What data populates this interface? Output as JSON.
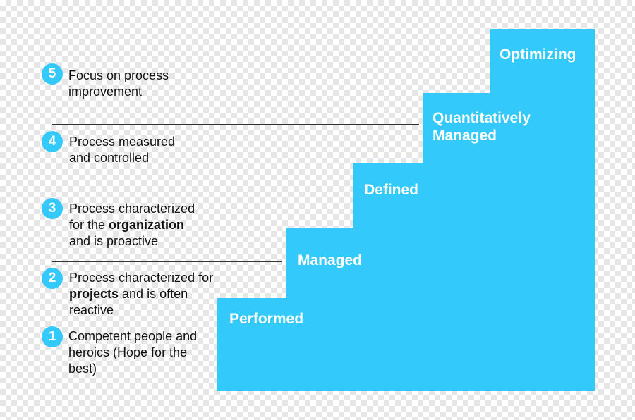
{
  "colors": {
    "step_fill": "#33c9fb",
    "text": "#111111",
    "line": "#333333"
  },
  "levels": [
    {
      "number": "1",
      "name": "Performed",
      "desc": [
        "Competent people and",
        "heroics (Hope for the",
        "best)"
      ]
    },
    {
      "number": "2",
      "name": "Managed",
      "desc_a": "Process characterized for",
      "desc_bold": "projects",
      "desc_b": " and is often",
      "desc_c": "reactive"
    },
    {
      "number": "3",
      "name": "Defined",
      "desc_a": "Process characterized",
      "desc_pre": "for the ",
      "desc_bold": "organization",
      "desc_c": "and is proactive"
    },
    {
      "number": "4",
      "name_line1": "Quantitatively",
      "name_line2": "Managed",
      "desc": [
        "Process measured",
        "and controlled"
      ]
    },
    {
      "number": "5",
      "name": "Optimizing",
      "desc": [
        "Focus on process",
        "improvement"
      ]
    }
  ]
}
